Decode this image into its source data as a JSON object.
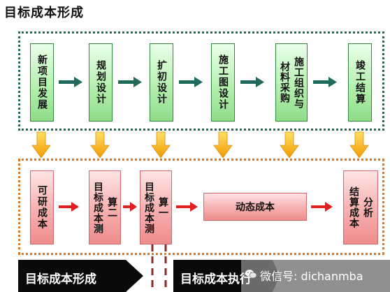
{
  "title": "目标成本形成",
  "top_steps": [
    {
      "label": "新项目发展"
    },
    {
      "label": "规划设计"
    },
    {
      "label": "扩初设计"
    },
    {
      "label": "施工图设计"
    },
    {
      "label": "材料采购"
    },
    {
      "label": "施工组织与"
    },
    {
      "label": "竣工结算"
    }
  ],
  "bottom_steps": [
    {
      "label": "可研成本"
    },
    {
      "label": "目标成本测"
    },
    {
      "label": "算二"
    },
    {
      "label": "目标成本测"
    },
    {
      "label": "算一"
    },
    {
      "label": "动态成本"
    },
    {
      "label": "结算成本"
    },
    {
      "label": "分析"
    }
  ],
  "banners": {
    "left": "目标成本形成",
    "right": "目标成本执行"
  },
  "watermark": "微信号: dichanmba",
  "colors": {
    "top_arrow": "#1f6a5a",
    "bottom_arrow": "#e02020",
    "down_arrow": "#f5a800",
    "top_frame": "#1f6a5a",
    "bottom_frame": "#e07820"
  }
}
